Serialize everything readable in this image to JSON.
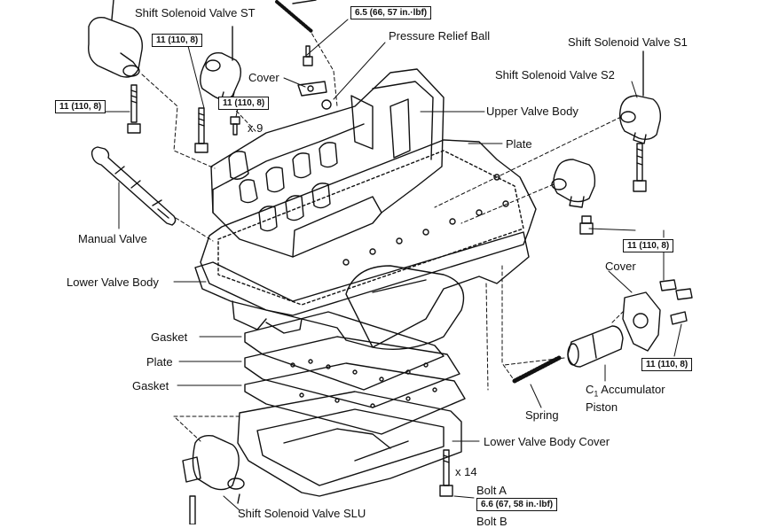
{
  "labels": {
    "shift_solenoid_st": "Shift Solenoid Valve ST",
    "pressure_relief_ball": "Pressure Relief Ball",
    "shift_solenoid_s1": "Shift Solenoid Valve S1",
    "shift_solenoid_s2": "Shift Solenoid Valve S2",
    "cover_top": "Cover",
    "upper_valve_body": "Upper Valve Body",
    "plate_top": "Plate",
    "x9": "x 9",
    "manual_valve": "Manual Valve",
    "lower_valve_body": "Lower Valve Body",
    "cover_right": "Cover",
    "gasket_1": "Gasket",
    "plate_mid": "Plate",
    "gasket_2": "Gasket",
    "c1_accumulator": "C",
    "c1_sub": "1",
    "c1_rest": " Accumulator",
    "piston": "Piston",
    "spring": "Spring",
    "lower_valve_body_cover": "Lower Valve Body Cover",
    "x14": "x 14",
    "bolt_a": "Bolt A",
    "bolt_b": "Bolt B",
    "shift_solenoid_slu": "Shift Solenoid Valve SLU"
  },
  "torque_boxes": {
    "t_top": "6.5 (66, 57 in.·lbf)",
    "t_st_left": "11 (110, 8)",
    "t_left": "11 (110, 8)",
    "t_mid": "11 (110, 8)",
    "t_s1": "11 (110, 8)",
    "t_cover": "11 (110, 8)",
    "t_bolt_a": "6.6 (67, 58 in.·lbf)"
  }
}
